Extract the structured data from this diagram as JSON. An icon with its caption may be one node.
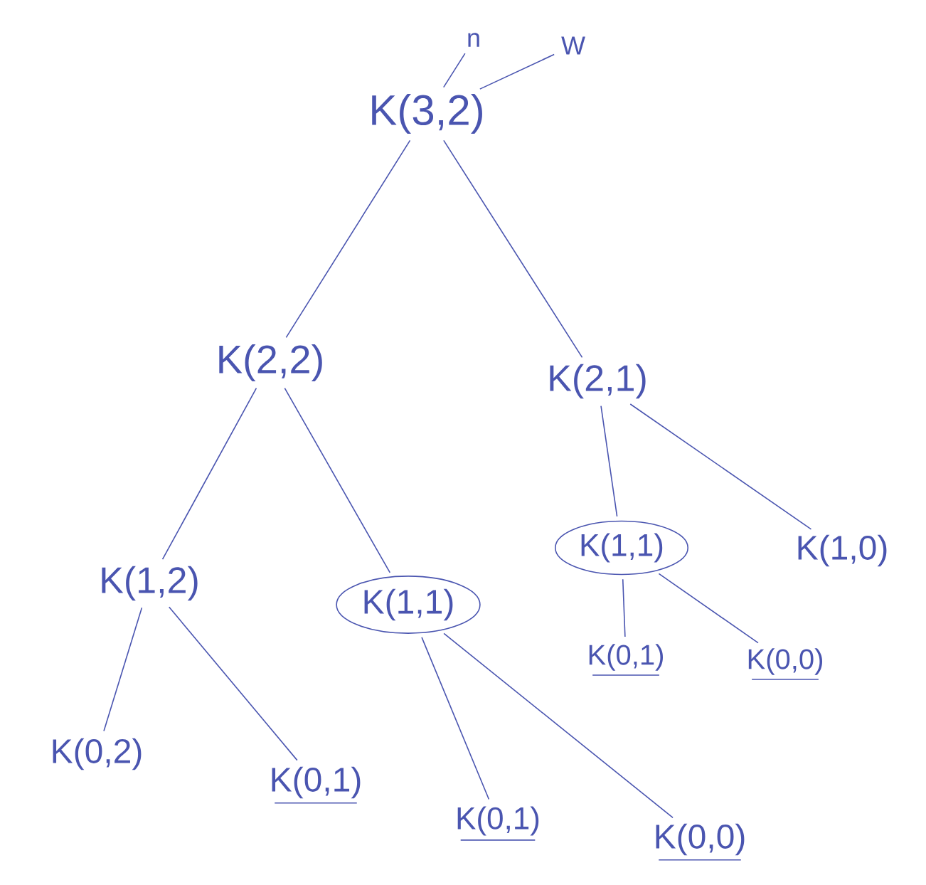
{
  "diagram": {
    "nodes": [
      {
        "text": [
          "K(3,2)"
        ]
      },
      {
        "text": [
          "n"
        ]
      },
      {
        "text": [
          "W"
        ]
      },
      {
        "text": [
          "K(2,2)"
        ]
      },
      {
        "text": [
          "K(2,1)"
        ]
      },
      {
        "text": [
          "K(1,2)"
        ]
      },
      {
        "text": [
          "K(1,1)"
        ]
      },
      {
        "text": [
          "K(1,1)"
        ]
      },
      {
        "text": [
          "K(1,0)"
        ]
      },
      {
        "text": [
          "K(0,2)"
        ]
      },
      {
        "text": [
          "K(0,1)"
        ]
      },
      {
        "text": [
          "K(0,1)"
        ]
      },
      {
        "text": [
          "K(0,0)"
        ]
      },
      {
        "text": [
          "K(0,1)"
        ]
      },
      {
        "text": [
          "K(0,0)"
        ]
      }
    ],
    "edges": [
      {
        "from": 1,
        "to": 0,
        "arrow": "none"
      },
      {
        "from": 2,
        "to": 0,
        "arrow": "none"
      },
      {
        "from": 0,
        "to": 3,
        "arrow": "none"
      },
      {
        "from": 0,
        "to": 4,
        "arrow": "none"
      },
      {
        "from": 3,
        "to": 5,
        "arrow": "none"
      },
      {
        "from": 3,
        "to": 6,
        "arrow": "none"
      },
      {
        "from": 4,
        "to": 7,
        "arrow": "none"
      },
      {
        "from": 4,
        "to": 8,
        "arrow": "none"
      },
      {
        "from": 5,
        "to": 9,
        "arrow": "none"
      },
      {
        "from": 5,
        "to": 10,
        "arrow": "none"
      },
      {
        "from": 6,
        "to": 11,
        "arrow": "none"
      },
      {
        "from": 6,
        "to": 12,
        "arrow": "none"
      },
      {
        "from": 7,
        "to": 13,
        "arrow": "none"
      },
      {
        "from": 7,
        "to": 14,
        "arrow": "none"
      }
    ]
  }
}
